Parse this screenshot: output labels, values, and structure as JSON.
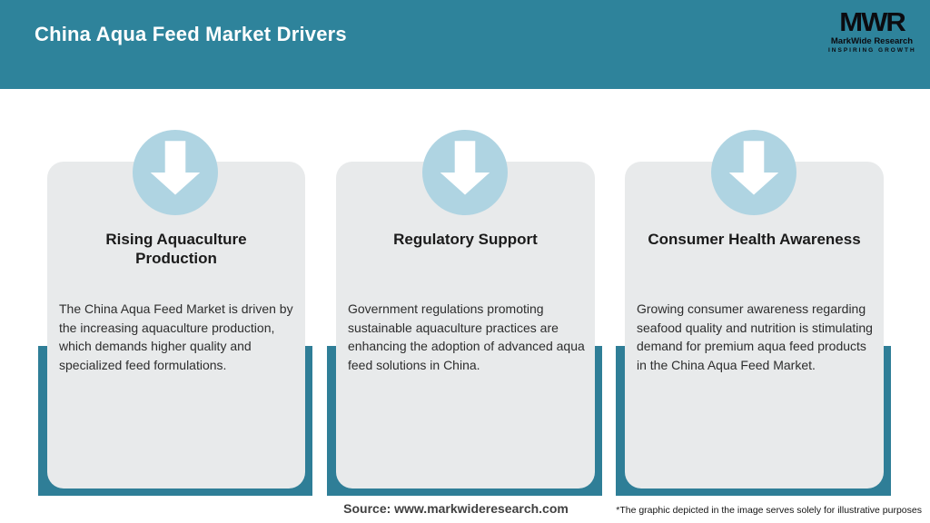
{
  "header": {
    "title": "China Aqua Feed Market Drivers",
    "logo": {
      "acronym": "MWR",
      "name": "MarkWide Research",
      "tagline": "INSPIRING GROWTH"
    }
  },
  "cards": [
    {
      "title": "Rising Aquaculture\nProduction",
      "description": "The China Aqua Feed Market is driven by the increasing aquaculture production, which demands higher quality and specialized feed formulations."
    },
    {
      "title": "Regulatory Support",
      "description": "Government regulations promoting sustainable aquaculture practices are enhancing the adoption of advanced aqua feed solutions in China."
    },
    {
      "title": "Consumer Health Awareness",
      "description": "Growing consumer awareness regarding seafood quality and nutrition is stimulating demand for premium aqua feed products in the China Aqua Feed Market."
    }
  ],
  "footer": {
    "source": "Source: www.markwideresearch.com",
    "disclaimer": "*The graphic depicted in the image serves solely for illustrative purposes"
  },
  "colors": {
    "header_bg": "#2E839B",
    "ribbon": "#2F7E97",
    "circle": "#AFD4E2",
    "card_bg": "#E8EAEB",
    "title_color": "#1B1B1B",
    "body_color": "#2D2D2D"
  }
}
